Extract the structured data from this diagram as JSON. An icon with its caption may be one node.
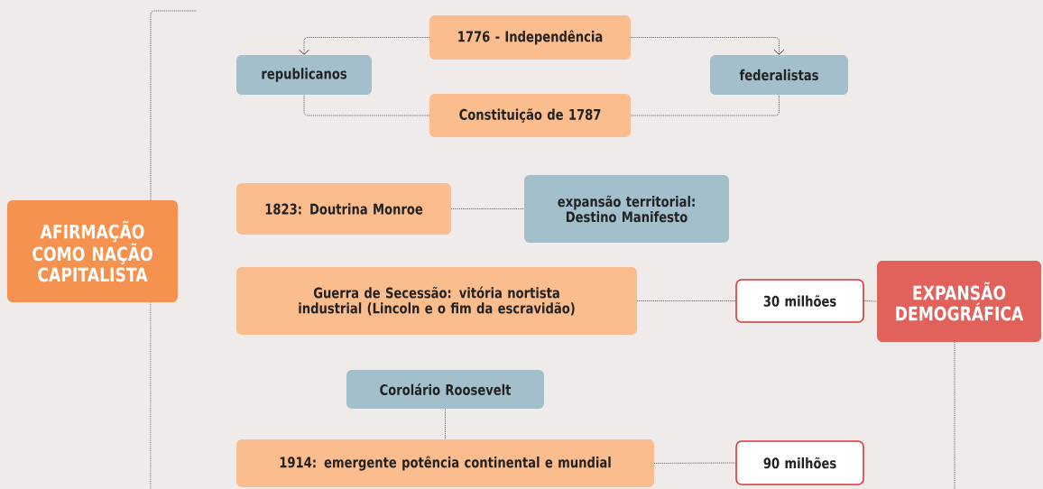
{
  "diagram": {
    "nodes": [
      {
        "text": [
          "AFIRMAÇÃO COMO NAÇÃO CAPITALISTA"
        ]
      },
      {
        "text": [
          "1776 - Independência"
        ]
      },
      {
        "text": [
          "republicanos"
        ]
      },
      {
        "text": [
          "federalistas"
        ]
      },
      {
        "text": [
          "Constituição de 1787"
        ]
      },
      {
        "text": [
          "1823: Doutrina Monroe"
        ]
      },
      {
        "text": [
          "expansão territorial: Destino Manifesto"
        ]
      },
      {
        "text": [
          "Guerra de Secessão: vitória nortista industrial (Lincoln e o fim da escravidão)"
        ]
      },
      {
        "text": [
          "30 milhões"
        ]
      },
      {
        "text": [
          "EXPANSÃO DEMOGRÁFICA"
        ]
      },
      {
        "text": [
          "Corolário Roosevelt"
        ]
      },
      {
        "text": [
          "1914: emergente potência continental e mundial"
        ]
      },
      {
        "text": [
          "90 milhões"
        ]
      }
    ],
    "edges": [
      {
        "from": 1,
        "to": 2,
        "arrow": "to"
      },
      {
        "from": 1,
        "to": 3,
        "arrow": "to"
      },
      {
        "from": 4,
        "to": 2,
        "arrow": "none"
      },
      {
        "from": 4,
        "to": 3,
        "arrow": "none"
      },
      {
        "from": 5,
        "to": 6,
        "arrow": "none"
      },
      {
        "from": 7,
        "to": 8,
        "arrow": "none"
      },
      {
        "from": 8,
        "to": 9,
        "arrow": "none"
      },
      {
        "from": 10,
        "to": 11,
        "arrow": "none"
      },
      {
        "from": 11,
        "to": 12,
        "arrow": "none"
      },
      {
        "from": 0,
        "to": null,
        "arrow": "none"
      },
      {
        "from": 0,
        "to": null,
        "arrow": "none"
      },
      {
        "from": 9,
        "to": null,
        "arrow": "none"
      }
    ]
  }
}
